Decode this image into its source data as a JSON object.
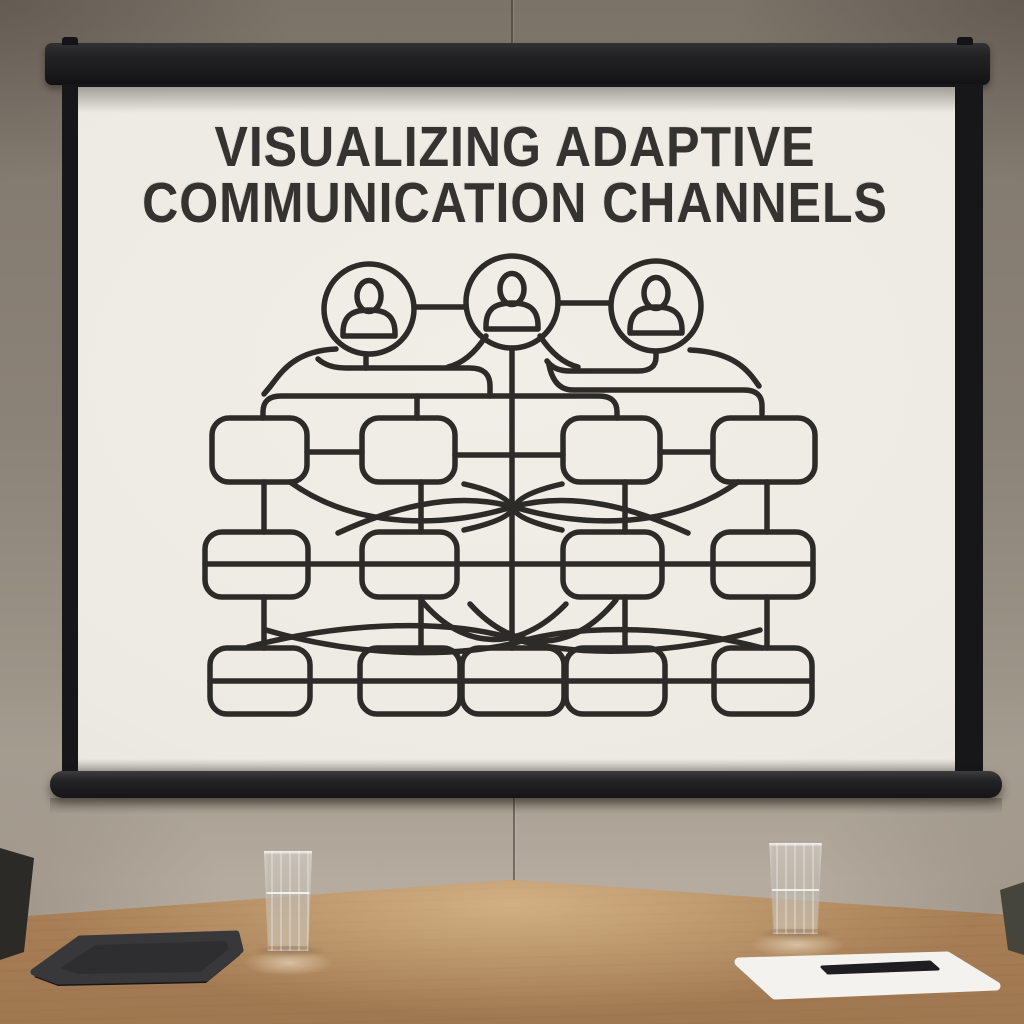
{
  "screen": {
    "title_line1": "VISUALIZING ADAPTIVE",
    "title_line2": "COMMUNICATION CHANNELS"
  },
  "diagram": {
    "type": "flowchart",
    "people_nodes": 3,
    "people_node_icon": "person-icon",
    "box_rows": [
      4,
      4,
      5
    ],
    "boxes_are_empty": true,
    "stroke_color": "#2c2b28",
    "screen_background": "#edeae3"
  },
  "scene": {
    "objects": [
      "projection-screen",
      "screen-housing",
      "pull-bar",
      "wall-seam",
      "conference-table",
      "water-glass-left",
      "water-glass-right",
      "tablet",
      "notepad",
      "pen",
      "chair-left",
      "chair-right"
    ],
    "colors": {
      "wall_upper": "#847b71",
      "wall_lower": "#aba295",
      "screen_frame": "#1d1d1f",
      "table_wood": "#c7a174",
      "title_text": "#343330",
      "notepad": "#f4f2ee",
      "tablet": "#3a3a3c"
    }
  }
}
